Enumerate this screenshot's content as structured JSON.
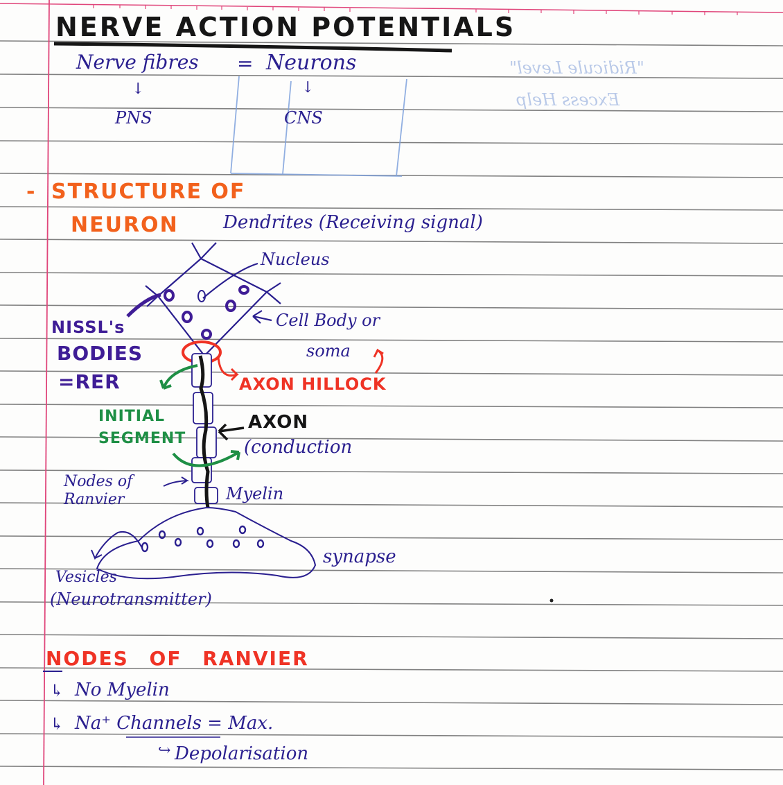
{
  "page": {
    "type": "ruled notebook page",
    "colors": {
      "paper": "#fdfdfc",
      "rule_line": "#6b6b6b",
      "margin_line": "#e0457a",
      "title_ink": "#161616",
      "blue_ink": "#2a1f8f",
      "purple_ink": "#3f1d96",
      "orange_ink": "#f2611c",
      "red_ink": "#ef3325",
      "green_ink": "#1e8f45"
    }
  },
  "header": {
    "title": "NERVE ACTION POTENTIALS"
  },
  "intro": {
    "equation_left": "Nerve fibres",
    "equals": "=",
    "equation_right": "Neurons",
    "arrow_left": "↓",
    "arrow_right": "↓",
    "branch_left": "PNS",
    "branch_right": "CNS"
  },
  "bleed_through": {
    "line1": "\"Ridicule Level\"",
    "line2": "Excess Help"
  },
  "structure_section": {
    "bullet": "-",
    "heading_line1": "STRUCTURE OF",
    "heading_line2": "NEURON",
    "labels": {
      "dendrites": "Dendrites (Receiving signal)",
      "nucleus": "Nucleus",
      "cell_body_line1": "Cell Body or",
      "cell_body_line2": "soma",
      "nissl_line1": "NISSL's",
      "nissl_line2": "BODIES",
      "nissl_line3": "=RER",
      "axon_hillock": "AXON HILLOCK",
      "initial_segment_line1": "INITIAL",
      "initial_segment_line2": "SEGMENT",
      "axon": "AXON",
      "conduction": "(conduction",
      "nodes_of_ranvier_line1": "Nodes of",
      "nodes_of_ranvier_line2": "Ranvier",
      "myelin": "Myelin",
      "synapse": "synapse",
      "vesicles_line1": "Vesicles",
      "vesicles_line2": "(Neurotransmitter)"
    }
  },
  "nodes_section": {
    "heading": "NODES OF RANVIER",
    "items": [
      {
        "bullet": "↳",
        "text": "No Myelin"
      },
      {
        "bullet": "↳",
        "text": "Na⁺ Channels = Max."
      }
    ],
    "sub_item": {
      "bullet": "↪",
      "text": "Depolarisation"
    }
  }
}
